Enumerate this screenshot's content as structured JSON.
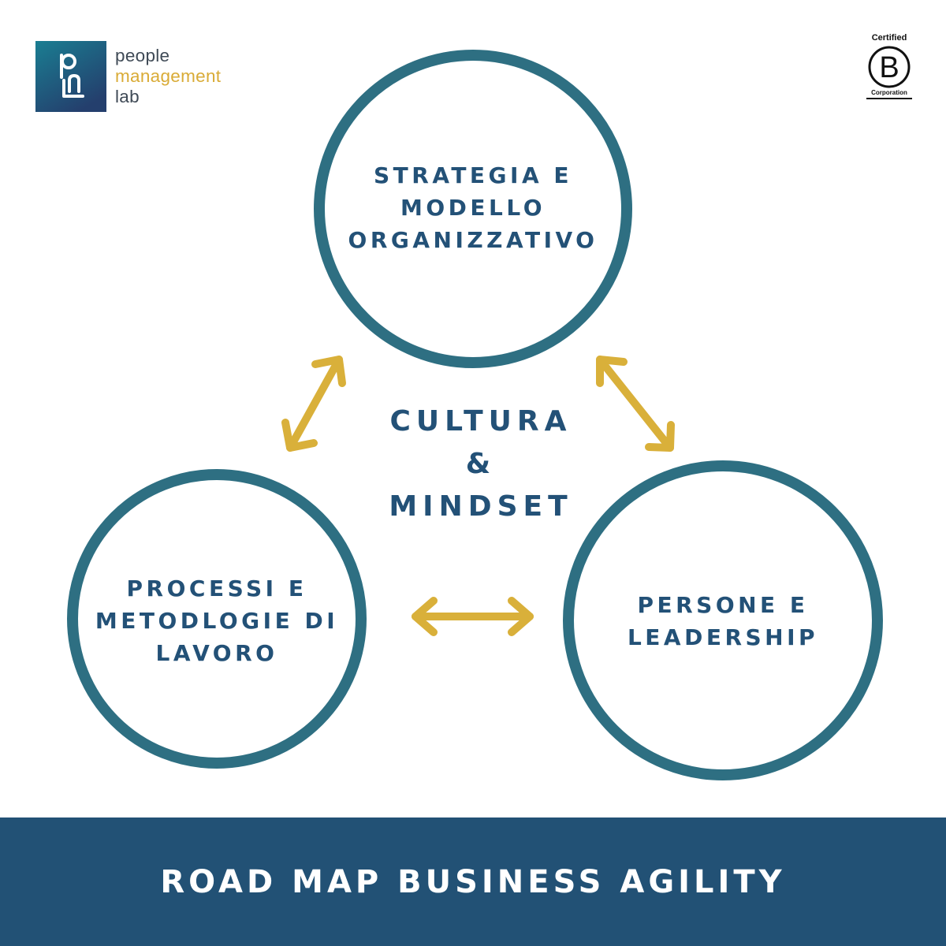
{
  "logo": {
    "word1": "people",
    "word2": "management",
    "word3": "lab",
    "mark_letters": "pml"
  },
  "certification": {
    "top_text": "Certified",
    "letter": "B",
    "bottom_text": "Corporation"
  },
  "nodes": [
    {
      "id": "strategia",
      "lines": [
        "STRATEGIA E",
        "MODELLO",
        "ORGANIZZATIVO"
      ]
    },
    {
      "id": "processi",
      "lines": [
        "PROCESSI E",
        "METODLOGIE DI",
        "LAVORO"
      ]
    },
    {
      "id": "persone",
      "lines": [
        "PERSONE E",
        "LEADERSHIP"
      ]
    }
  ],
  "center": {
    "lines": [
      "CULTURA",
      "&",
      "MINDSET"
    ]
  },
  "footer": {
    "title": "ROAD MAP BUSINESS AGILITY"
  },
  "colors": {
    "circle_ring": "#2e6f82",
    "arrow": "#d9b03a",
    "text": "#235177",
    "footer_bg": "#225175",
    "logo_gradient_top": "#1a7e92",
    "logo_gradient_bottom": "#243f6d"
  }
}
